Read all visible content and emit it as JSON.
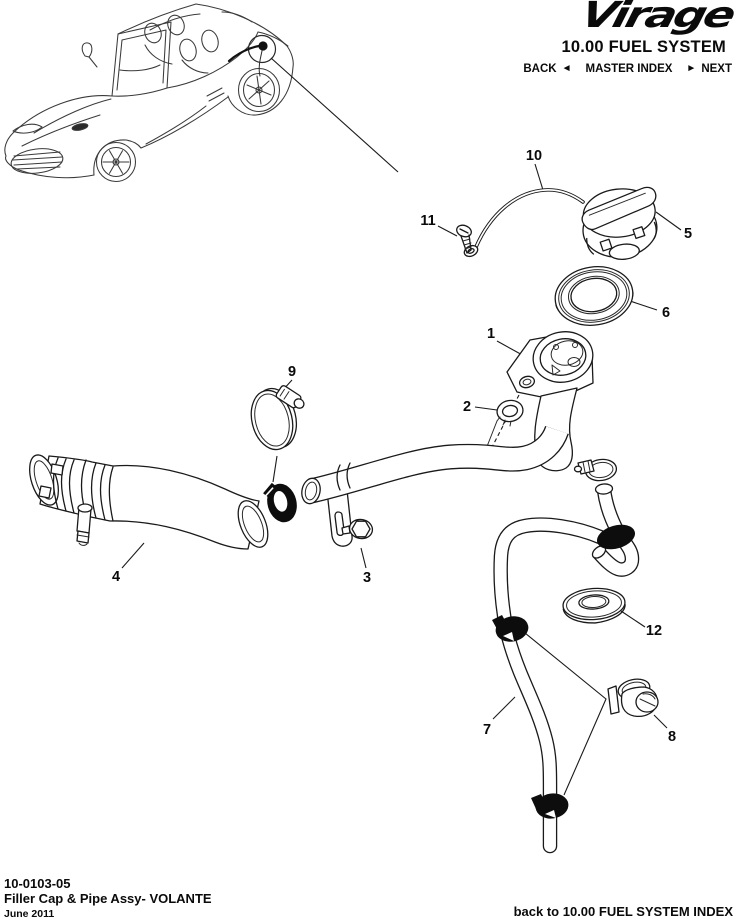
{
  "page": {
    "background": "#ffffff",
    "line_color": "#1a1a1a",
    "text_color": "#0a0a0a"
  },
  "header": {
    "logo_text": "Virage",
    "section_title": "10.00 FUEL SYSTEM",
    "nav": {
      "back_label": "BACK",
      "back_arrow": "◄",
      "master_index_label": "MASTER INDEX",
      "next_arrow": "►",
      "next_label": "NEXT"
    }
  },
  "diagram": {
    "callout_numbers": [
      "1",
      "2",
      "3",
      "4",
      "5",
      "6",
      "7",
      "8",
      "9",
      "10",
      "11",
      "12"
    ]
  },
  "footer": {
    "document_number": "10-0103-05",
    "document_title": "Filler Cap & Pipe Assy- VOLANTE",
    "issue_date": "June 2011",
    "index_link": "back to 10.00 FUEL SYSTEM INDEX"
  }
}
